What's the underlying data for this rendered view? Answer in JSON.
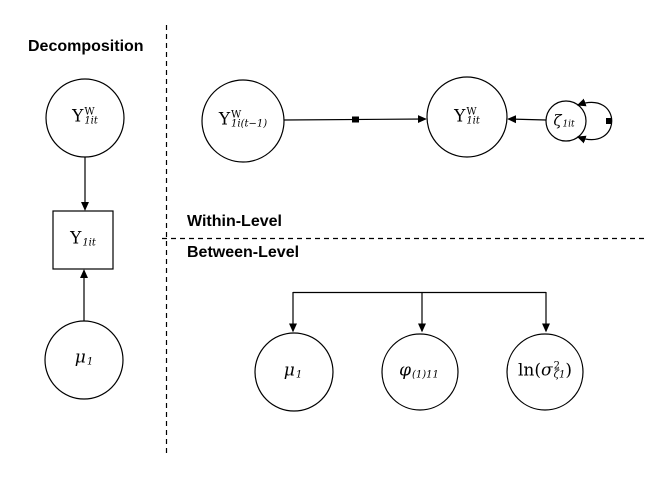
{
  "colors": {
    "background": "#ffffff",
    "stroke": "#000000",
    "text": "#000000"
  },
  "headings": {
    "decomposition": "Decomposition",
    "within_level": "Within-Level",
    "between_level": "Between-Level"
  },
  "labels": {
    "y_within_decomposition": [
      {
        "t": "Y",
        "s": "rm"
      },
      {
        "stack": {
          "sup": "W",
          "sub": "1it"
        }
      }
    ],
    "y_observed": [
      {
        "t": "Y",
        "s": "rm"
      },
      {
        "t": "1it",
        "s": "sub"
      }
    ],
    "mu_decomposition": [
      {
        "t": "μ",
        "s": "it"
      },
      {
        "t": "1",
        "s": "sub"
      }
    ],
    "y_lag": [
      {
        "t": "Y",
        "s": "rm"
      },
      {
        "stack": {
          "sup": "W",
          "sub": "1i(t−1)"
        }
      }
    ],
    "y_within": [
      {
        "t": "Y",
        "s": "rm"
      },
      {
        "stack": {
          "sup": "W",
          "sub": "1it"
        }
      }
    ],
    "zeta": [
      {
        "t": "ζ",
        "s": "it"
      },
      {
        "t": "1it",
        "s": "sub"
      }
    ],
    "mu_between": [
      {
        "t": "μ",
        "s": "it"
      },
      {
        "t": "1",
        "s": "sub"
      }
    ],
    "phi_between": [
      {
        "t": "φ",
        "s": "it"
      },
      {
        "t": "(1)11",
        "s": "sub"
      }
    ],
    "ln_sigma_between": [
      {
        "t": "ln(",
        "s": "rm"
      },
      {
        "t": "σ",
        "s": "it"
      },
      {
        "stack": {
          "sup": "2",
          "sub": "ζ1"
        }
      },
      {
        "t": ")",
        "s": "rm"
      }
    ]
  }
}
